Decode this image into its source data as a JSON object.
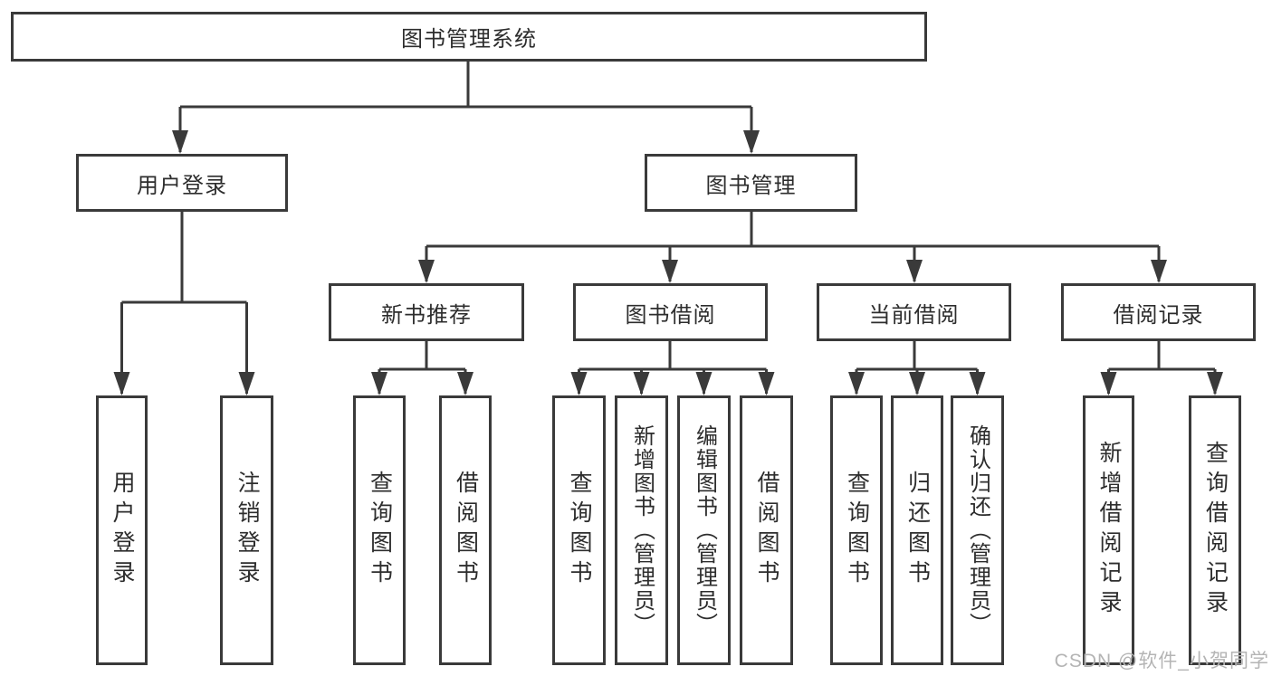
{
  "diagram": {
    "root": {
      "label": "图书管理系统"
    },
    "level2": {
      "user_login": {
        "label": "用户登录"
      },
      "book_management": {
        "label": "图书管理"
      }
    },
    "level3": {
      "new_book_recommend": {
        "label": "新书推荐"
      },
      "book_borrowing": {
        "label": "图书借阅"
      },
      "current_borrowing": {
        "label": "当前借阅"
      },
      "borrowing_records": {
        "label": "借阅记录"
      }
    },
    "leaves": {
      "user_login_leaf": {
        "label": "用户登录"
      },
      "logout": {
        "label": "注销登录"
      },
      "recommend_query_books": {
        "label": "查询图书"
      },
      "recommend_borrow_books": {
        "label": "借阅图书"
      },
      "borrowing_query_books": {
        "label": "查询图书"
      },
      "borrowing_add_books": {
        "label": "新增图书（管理员）"
      },
      "borrowing_edit_books": {
        "label": "编辑图书（管理员）"
      },
      "borrowing_borrow_books": {
        "label": "借阅图书"
      },
      "current_query_books": {
        "label": "查询图书"
      },
      "current_return_books": {
        "label": "归还图书"
      },
      "current_confirm_return": {
        "label": "确认归还（管理员）"
      },
      "records_add_record": {
        "label": "新增借阅记录"
      },
      "records_query_record": {
        "label": "查询借阅记录"
      }
    }
  },
  "watermark": {
    "text": "CSDN @软件_小贺同学"
  },
  "colors": {
    "line": "#3a3a3a",
    "text": "#2d2d2d",
    "box_background": "#ffffff",
    "watermark": "#b4b4b4",
    "background": "#ffffff"
  }
}
